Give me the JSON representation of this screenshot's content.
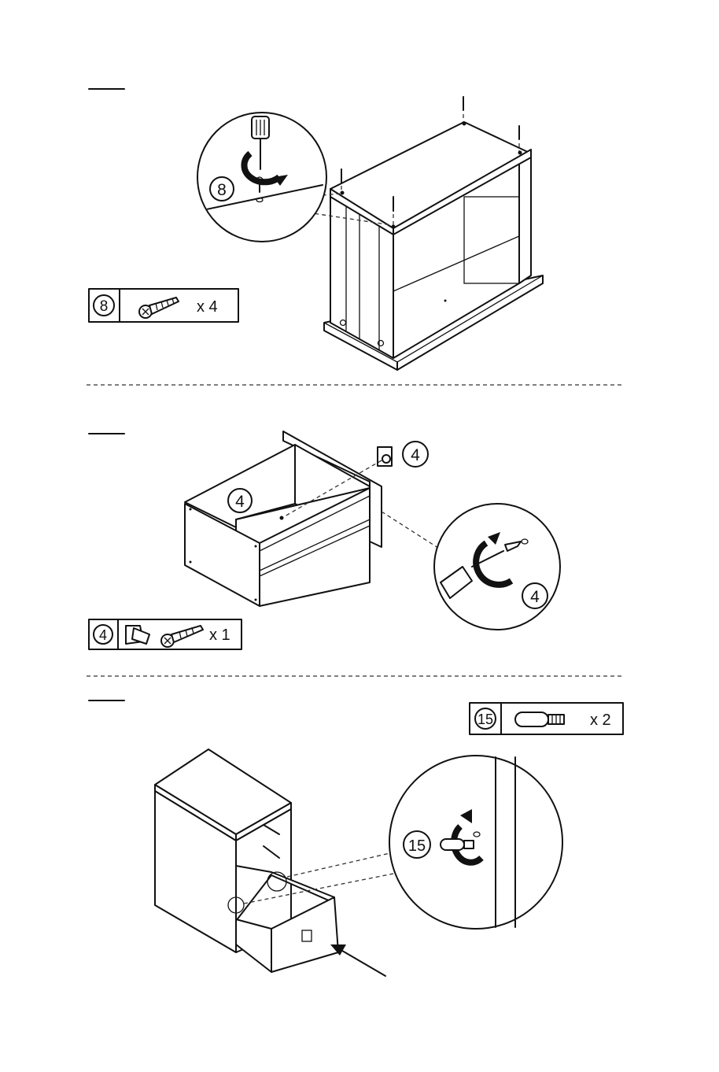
{
  "steps": [
    {
      "part_number": "8",
      "callout_number": "8",
      "parts_box": {
        "part_number": "8",
        "quantity": "x 4",
        "icon": "screw-icon"
      }
    },
    {
      "part_number": "4",
      "callout_numbers": [
        "4",
        "4",
        "4"
      ],
      "parts_box": {
        "part_number": "4",
        "quantity": "x 1",
        "icon": "knob-and-screw-icon"
      }
    },
    {
      "part_number": "15",
      "callout_number": "15",
      "parts_box": {
        "part_number": "15",
        "quantity": "x 2",
        "icon": "dowel-stopper-icon"
      }
    }
  ],
  "colors": {
    "line": "#111111",
    "background": "#ffffff"
  }
}
